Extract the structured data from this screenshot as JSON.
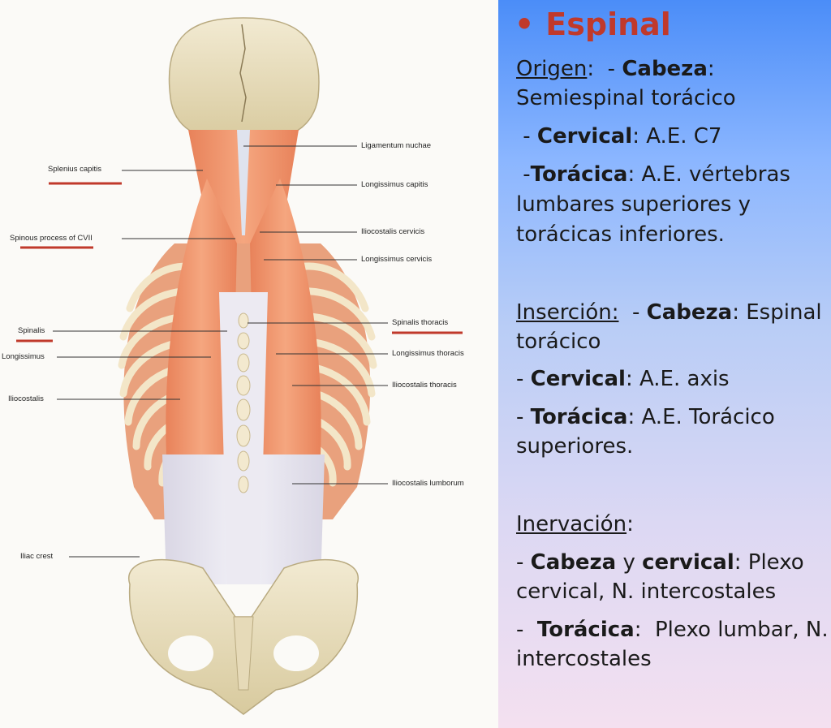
{
  "figure": {
    "left_labels": {
      "splenius_capitis": "Splenius capitis",
      "spinous_process": "Spinous process of CVII",
      "spinalis": "Spinalis",
      "longissimus": "Longissimus",
      "iliocostalis": "Iliocostalis",
      "iliac_crest": "Iliac crest"
    },
    "right_labels": {
      "ligamentum_nuchae": "Ligamentum nuchae",
      "longissimus_capitis": "Longissimus capitis",
      "iliocostalis_cervicis": "Iliocostalis cervicis",
      "longissimus_cervicis": "Longissimus cervicis",
      "spinalis_thoracis": "Spinalis thoracis",
      "longissimus_thoracis": "Longissimus thoracis",
      "iliocostalis_thoracis": "Iliocostalis thoracis",
      "iliocostalis_lumborum": "Iliocostalis lumborum"
    },
    "underline_color": "#c0392b"
  },
  "slide": {
    "title_bullet": "•",
    "title": "Espinal",
    "title_color": "#c0392b",
    "origen": {
      "heading": "Origen",
      "colon": ":",
      "cabeza_prefix": "  - ",
      "cabeza_bold": "Cabeza",
      "cabeza_colon": ":",
      "cabeza_value": "Semiespinal torácico",
      "cervical_prefix": " - ",
      "cervical_bold": "Cervical",
      "cervical_value": ": A.E. C7",
      "toracica_prefix": " -",
      "toracica_bold": "Torácica",
      "toracica_value_1": ": A.E. vértebras",
      "toracica_value_2": "lumbares superiores y",
      "toracica_value_3": "torácicas inferiores."
    },
    "insercion": {
      "heading": "Inserción:",
      "cabeza_prefix": "  - ",
      "cabeza_bold": "Cabeza",
      "cabeza_value_1": ": Espinal",
      "cabeza_value_2": "torácico",
      "cervical_prefix": "- ",
      "cervical_bold": "Cervical",
      "cervical_value": ": A.E. axis",
      "toracica_prefix": "- ",
      "toracica_bold": "Torácica",
      "toracica_value_1": ": A.E. Torácico",
      "toracica_value_2": "superiores."
    },
    "inervacion": {
      "heading": "Inervación",
      "colon": ":",
      "line1_prefix": "- ",
      "line1_bold1": "Cabeza",
      "line1_mid": " y ",
      "line1_bold2": "cervical",
      "line1_value": ": Plexo",
      "line2": "cervical, N. intercostales",
      "line3_prefix": "-  ",
      "line3_bold": "Torácica",
      "line3_value": ":  Plexo lumbar, N.",
      "line4": "intercostales"
    }
  }
}
